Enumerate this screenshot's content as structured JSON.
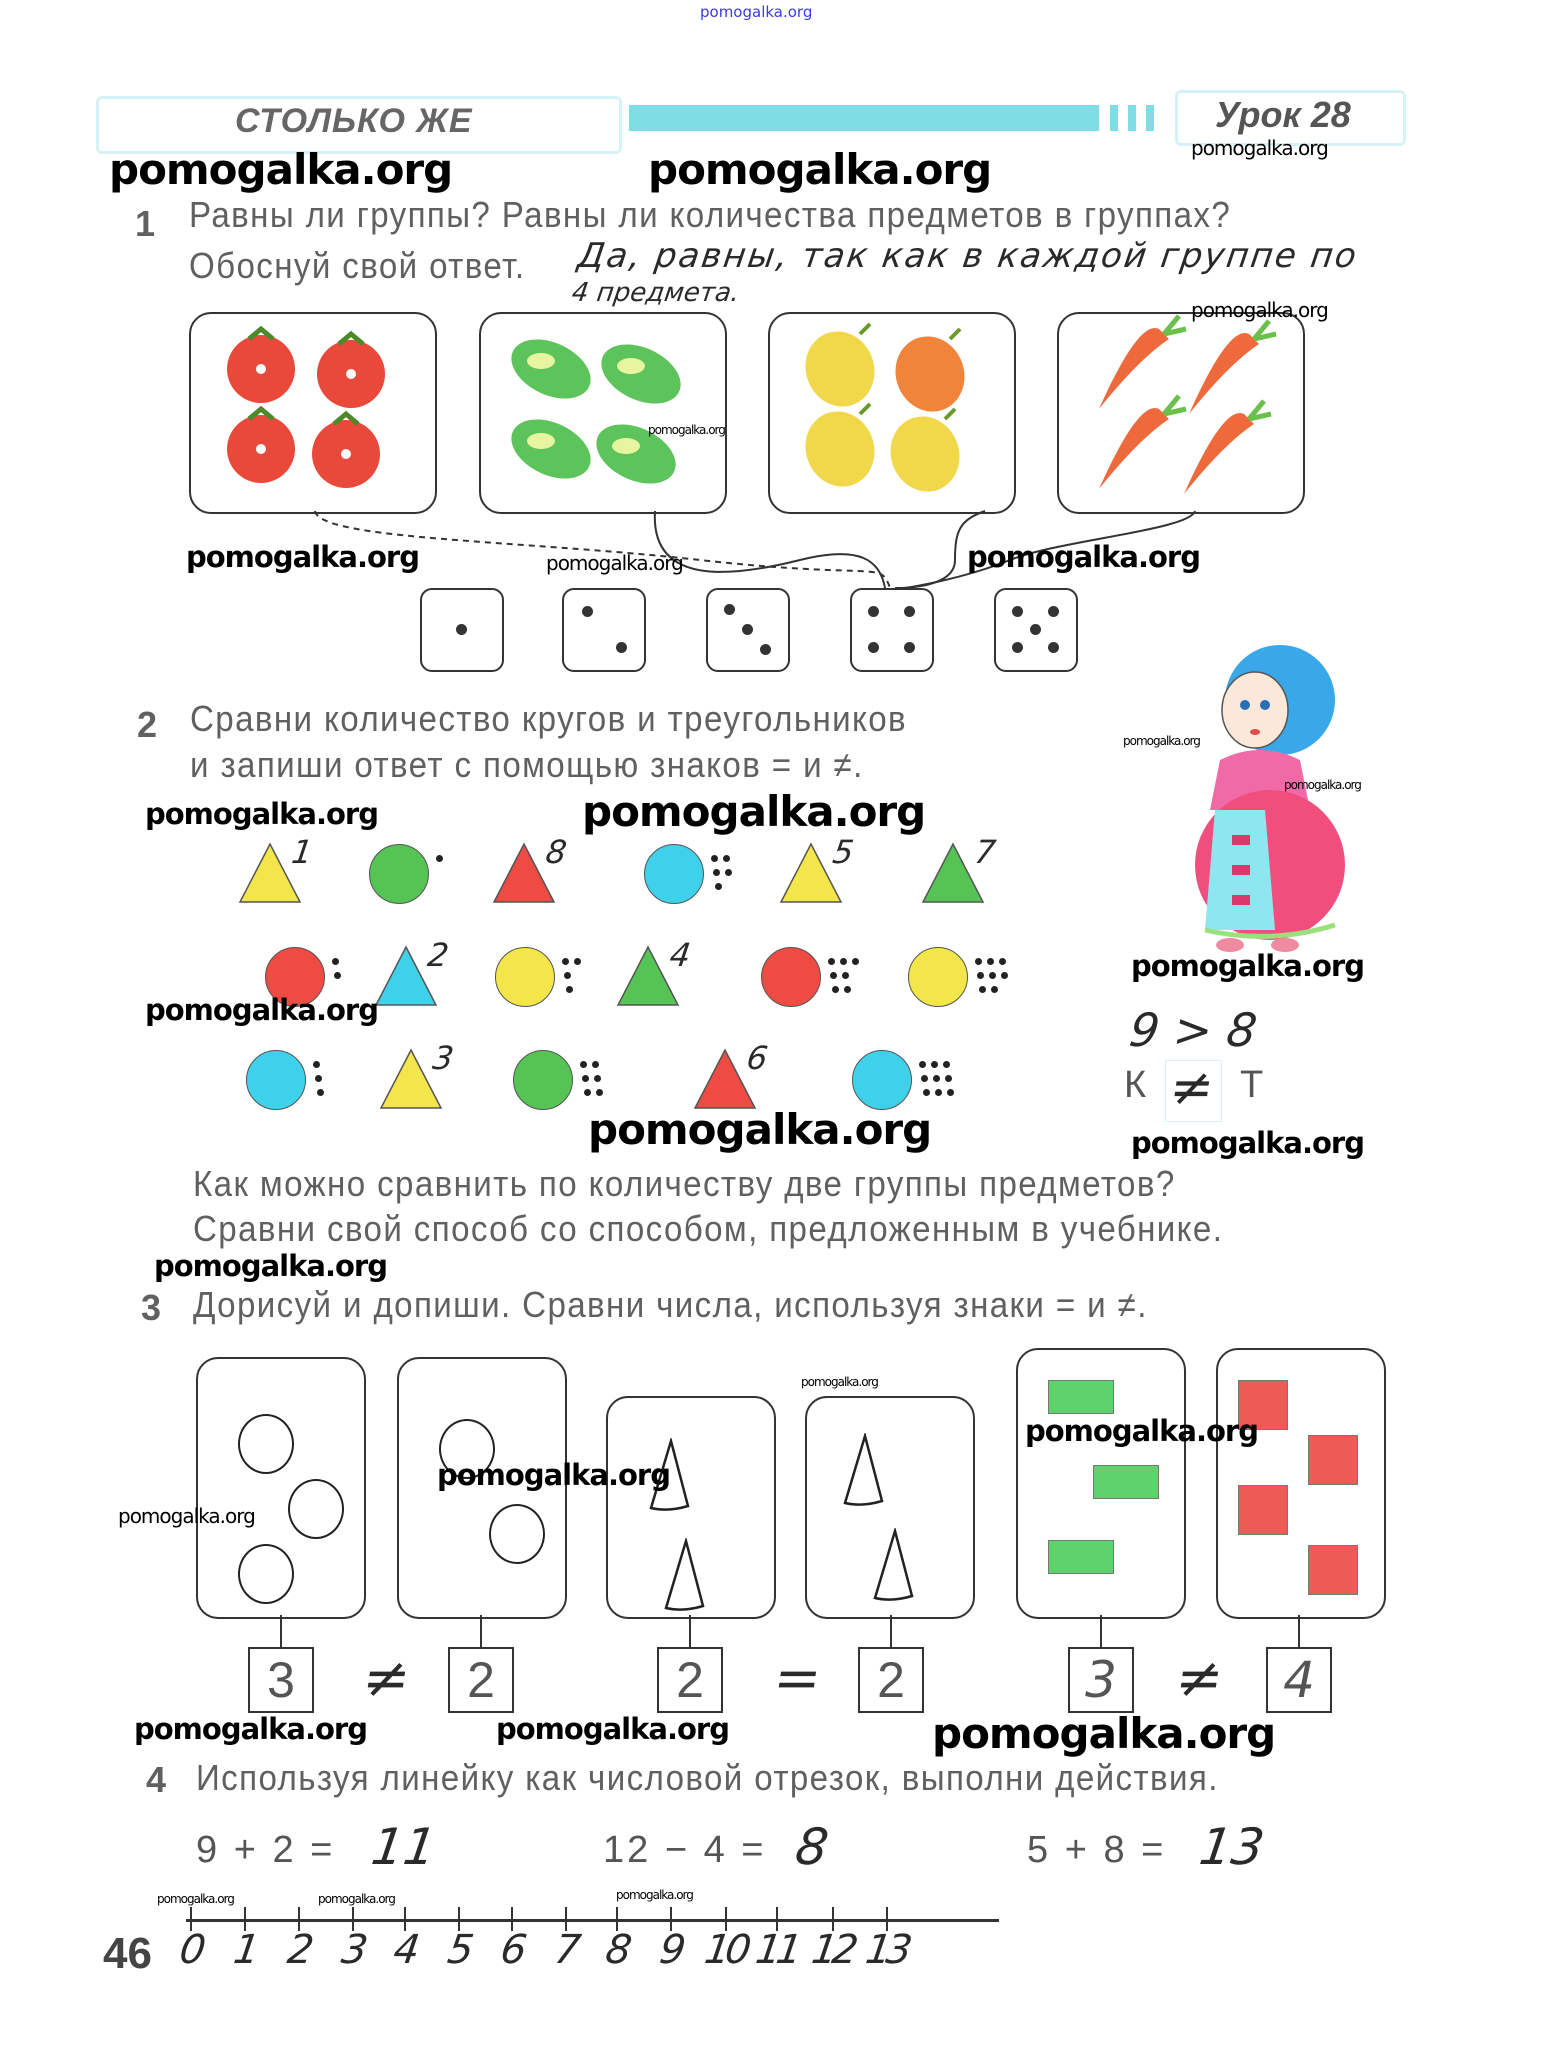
{
  "site_watermark": "pomogalka.org",
  "header": {
    "title": "СТОЛЬКО ЖЕ",
    "lesson": "Урок 28",
    "accent_color": "#7fdde6"
  },
  "task1": {
    "number": "1",
    "line1": "Равны ли группы? Равны ли количества предметов в группах?",
    "line2": "Обоснуй свой ответ.",
    "answer_line1": "Да, равны, так как в каждой группе по",
    "answer_line2": "4 предмета.",
    "groups": [
      {
        "item": "tomato-icon",
        "count": 4,
        "color": "#e8493a"
      },
      {
        "item": "cucumber-icon",
        "count": 4,
        "color": "#5cc45a"
      },
      {
        "item": "pepper-icon",
        "count": 4,
        "color": "#f1d84a"
      },
      {
        "item": "carrot-icon",
        "count": 4,
        "color": "#ee6a3c"
      }
    ],
    "dice": [
      1,
      2,
      3,
      4,
      5
    ],
    "selected_die": 4
  },
  "task2": {
    "number": "2",
    "line1": "Сравни количество кругов и треугольников",
    "line2": "и запиши ответ с помощью знаков = и ≠.",
    "rows": [
      [
        {
          "shape": "triangle",
          "color": "#f3e64a",
          "label": "1"
        },
        {
          "shape": "circle",
          "color": "#55c455",
          "dots": 1
        },
        {
          "shape": "triangle",
          "color": "#ee4b43",
          "label": "8"
        },
        {
          "shape": "circle",
          "color": "#3fd0ea",
          "dots": 5
        },
        {
          "shape": "triangle",
          "color": "#f3e64a",
          "label": "5"
        },
        {
          "shape": "triangle",
          "color": "#55c455",
          "label": "7"
        }
      ],
      [
        {
          "shape": "circle",
          "color": "#ee4b43",
          "dots": 2
        },
        {
          "shape": "triangle",
          "color": "#3fd0ea",
          "label": "2"
        },
        {
          "shape": "circle",
          "color": "#f3e64a",
          "dots": 4
        },
        {
          "shape": "triangle",
          "color": "#55c455",
          "label": "4"
        },
        {
          "shape": "circle",
          "color": "#ee4b43",
          "dots": 7
        },
        {
          "shape": "circle",
          "color": "#f3e64a",
          "dots": 8
        }
      ],
      [
        {
          "shape": "circle",
          "color": "#3fd0ea",
          "dots": 3
        },
        {
          "shape": "triangle",
          "color": "#f3e64a",
          "label": "3"
        },
        {
          "shape": "circle",
          "color": "#55c455",
          "dots": 6
        },
        {
          "shape": "triangle",
          "color": "#ee4b43",
          "label": "6"
        },
        {
          "shape": "circle",
          "color": "#3fd0ea",
          "dots": 9
        }
      ]
    ],
    "answer_numbers": "9 > 8",
    "answer_letters": {
      "left": "К",
      "sign": "≠",
      "right": "Т"
    },
    "question_line1": "Как можно сравнить по количеству две группы предметов?",
    "question_line2": "Сравни свой способ со способом, предложенным в учебнике."
  },
  "task3": {
    "number": "3",
    "text": "Дорисуй и допиши. Сравни числа, используя знаки = и ≠.",
    "pairs": [
      {
        "left": "3",
        "sign": "≠",
        "right": "2",
        "shape": "circle"
      },
      {
        "left": "2",
        "sign": "=",
        "right": "2",
        "shape": "triangle"
      },
      {
        "left": "3",
        "sign": "≠",
        "right": "4",
        "shape": "rect"
      }
    ],
    "green": "#5fd26b",
    "red": "#ee5a55"
  },
  "task4": {
    "number": "4",
    "text": "Используя линейку как числовой отрезок, выполни действия.",
    "equations": [
      {
        "expr": "9 + 2 =",
        "answer": "11"
      },
      {
        "expr": "12 − 4 =",
        "answer": "8"
      },
      {
        "expr": "5 + 8 =",
        "answer": "13"
      }
    ],
    "ruler": [
      "0",
      "1",
      "2",
      "3",
      "4",
      "5",
      "6",
      "7",
      "8",
      "9",
      "10",
      "11",
      "12",
      "13"
    ]
  },
  "page_number": "46"
}
